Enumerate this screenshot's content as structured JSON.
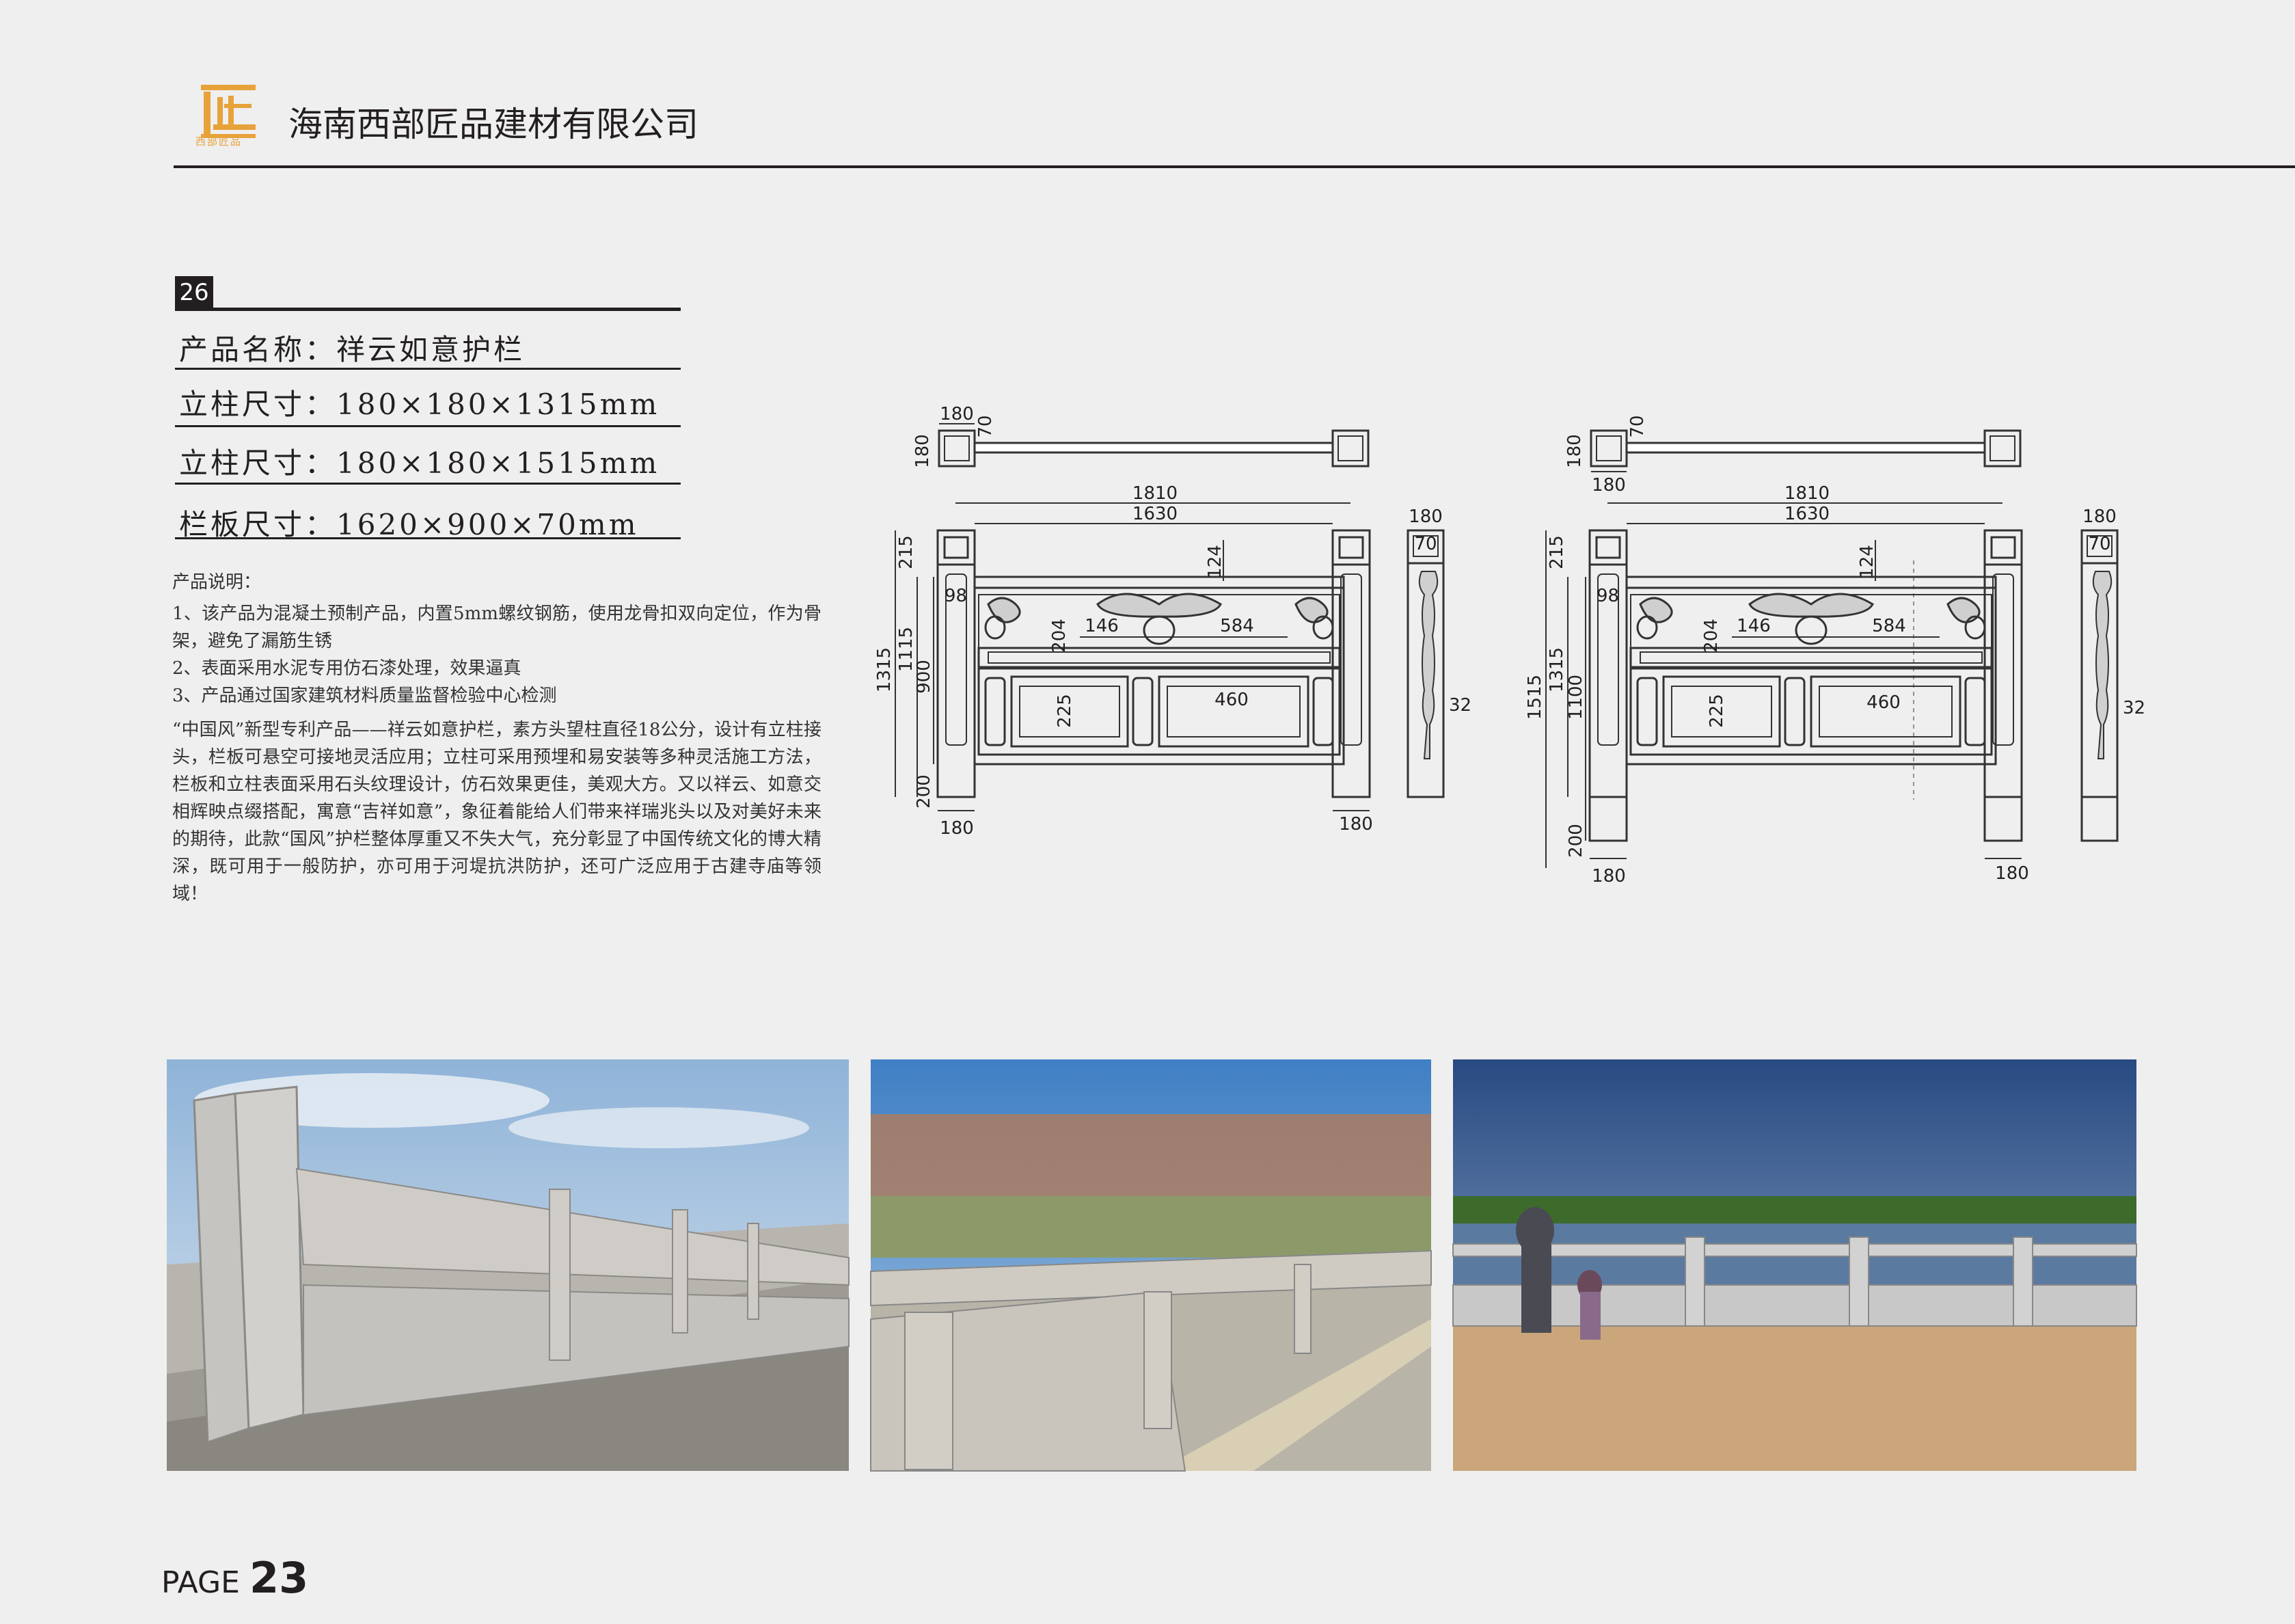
{
  "header": {
    "logo_text": "西部匠品",
    "company": "海南西部匠品建材有限公司"
  },
  "product": {
    "number": "26",
    "name": "产品名称：祥云如意护栏",
    "post1": "立柱尺寸：180×180×1315mm",
    "post2": "立柱尺寸：180×180×1515mm",
    "panel": "栏板尺寸：1620×900×70mm"
  },
  "description": {
    "heading": "产品说明：",
    "items": [
      "1、该产品为混凝土预制产品，内置5mm螺纹钢筋，使用龙骨扣双向定位，作为骨架，避免了漏筋生锈",
      "2、表面采用水泥专用仿石漆处理，效果逼真",
      "3、产品通过国家建筑材料质量监督检验中心检测"
    ],
    "paragraph": "“中国风”新型专利产品——祥云如意护栏，素方头望柱直径18公分，设计有立柱接头，栏板可悬空可接地灵活应用；立柱可采用预埋和易安装等多种灵活施工方法，栏板和立柱表面采用石头纹理设计，仿石效果更佳，美观大方。又以祥云、如意交相辉映点缀搭配，寓意“吉祥如意”，象征着能给人们带来祥瑞兆头以及对美好未来的期待，此款“国风”护栏整体厚重又不失大气，充分彰显了中国传统文化的博大精深，既可用于一般防护，亦可用于河堤抗洪防护，还可广泛应用于古建寺庙等领域！"
  },
  "drawing": {
    "left": {
      "top_180": "180",
      "top_70": "70",
      "side_180": "180",
      "d1810": "1810",
      "d1630": "1630",
      "d1315": "1315",
      "d1115": "1115",
      "d215": "215",
      "d900": "900",
      "d200": "200",
      "d98": "98",
      "d124": "124",
      "d204": "204",
      "d146": "146",
      "d584": "584",
      "d225": "225",
      "d460": "460",
      "bot_left": "180",
      "bot_right": "180",
      "sv_180": "180",
      "sv_70": "70",
      "sv_32": "32"
    },
    "right": {
      "top_180": "180",
      "top_70": "70",
      "side_180": "180",
      "d1810": "1810",
      "d1630": "1630",
      "d1515": "1515",
      "d1315": "1315",
      "d215": "215",
      "d1100": "1100",
      "d200": "200",
      "d98": "98",
      "d124": "124",
      "d204": "204",
      "d146": "146",
      "d584": "584",
      "d225": "225",
      "d460": "460",
      "bot_left": "180",
      "bot_right": "180",
      "sv_180": "180",
      "sv_70": "70",
      "sv_32": "32"
    }
  },
  "footer": {
    "page_label": "PAGE",
    "page_number": "23"
  },
  "colors": {
    "logo": "#e8a23a",
    "text": "#231f20",
    "background": "#efefef"
  }
}
